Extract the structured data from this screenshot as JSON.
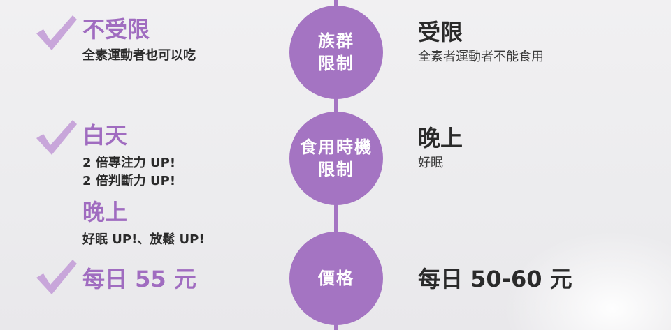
{
  "colors": {
    "accent": "#a474c2",
    "title_purple": "#a06cc0",
    "text_dark": "#2a2a2a",
    "background": "#efeef0"
  },
  "icons": [
    "check-icon"
  ],
  "timeline": [
    {
      "line1": "族群",
      "line2": "限制"
    },
    {
      "line1": "食用時機",
      "line2": "限制"
    },
    {
      "line1": "價格",
      "line2": ""
    }
  ],
  "left": {
    "row1": {
      "title": "不受限",
      "sub": "全素運動者也可以吃"
    },
    "row2": {
      "title": "白天",
      "sub1": "2 倍專注力 UP!",
      "sub2": "2 倍判斷力 UP!",
      "title2": "晚上",
      "sub3": "好眠 UP!、放鬆 UP!"
    },
    "row3": {
      "title": "每日 55 元"
    }
  },
  "right": {
    "row1": {
      "title": "受限",
      "sub": "全素者運動者不能食用"
    },
    "row2": {
      "title": "晚上",
      "sub": "好眠"
    },
    "row3": {
      "title": "每日 50-60 元"
    }
  }
}
